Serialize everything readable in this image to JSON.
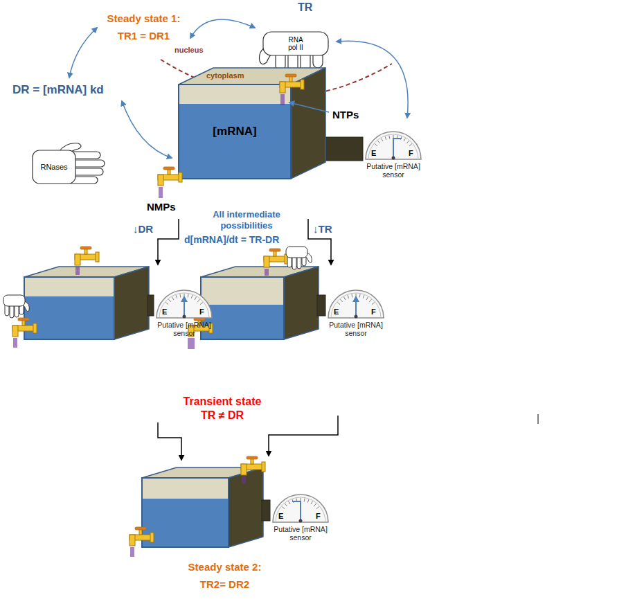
{
  "diagram": {
    "nodes": [
      {
        "text": [
          "RNA pol II"
        ]
      },
      {
        "text": [
          "cytoplasm",
          "[mRNA]"
        ]
      },
      {
        "text": [
          "E",
          "F",
          "Putative [mRNA] sensor"
        ]
      },
      {
        "text": [
          "RNases"
        ]
      },
      {
        "text": [
          "E",
          "F",
          "Putative [mRNA] sensor"
        ]
      },
      {
        "text": [
          "E",
          "F",
          "Putative [mRNA] sensor"
        ]
      },
      {
        "text": [
          "E",
          "F",
          "Putative [mRNA] sensor"
        ]
      }
    ],
    "labels": [
      "Steady state 1: TR1 = DR1",
      "TR",
      "nucleus",
      "NTPs",
      "DR = [mRNA] kd",
      "NMPs",
      "All intermediate possibilities",
      "↓DR",
      "↓TR",
      "d[mRNA]/dt = TR-DR",
      "Transient state TR ≠ DR",
      "Steady state 2: TR2= DR2"
    ]
  }
}
